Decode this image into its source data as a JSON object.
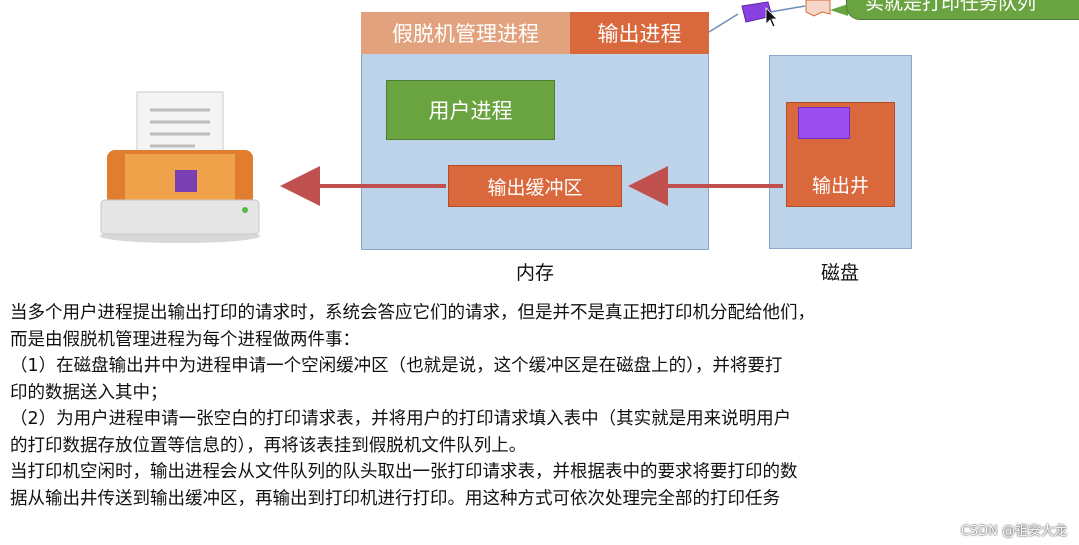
{
  "memory": {
    "spool_process_label": "假脱机管理进程",
    "output_process_label": "输出进程",
    "user_process_label": "用户进程",
    "output_buffer_label": "输出缓冲区",
    "caption": "内存"
  },
  "disk": {
    "output_well_label": "输出井",
    "caption": "磁盘"
  },
  "callout": {
    "text": "实就是打印任务队列"
  },
  "body_text": [
    "当多个用户进程提出输出打印的请求时，系统会答应它们的请求，但是并不是真正把打印机分配给他们，",
    "而是由假脱机管理进程为每个进程做两件事：",
    "（1）在磁盘输出井中为进程申请一个空闲缓冲区（也就是说，这个缓冲区是在磁盘上的），并将要打",
    "印的数据送入其中；",
    "（2）为用户进程申请一张空白的打印请求表，并将用户的打印请求填入表中（其实就是用来说明用户",
    "的打印数据存放位置等信息的），再将该表挂到假脱机文件队列上。",
    "当打印机空闲时，输出进程会从文件队列的队头取出一张打印请求表，并根据表中的要求将要打印的数",
    "据从输出井传送到输出缓冲区，再输出到打印机进行打印。用这种方式可依次处理完全部的打印任务"
  ],
  "watermark": "CSDN @祖安大龙",
  "colors": {
    "memory_bg": "#bcd3ea",
    "orange": "#d9683c",
    "light_orange": "#e2a27e",
    "green": "#6aa441",
    "purple": "#9b4ef0",
    "arrow": "#c0504d"
  },
  "icons": {
    "printer": "printer-icon",
    "document": "document-icon",
    "cursor": "mouse-cursor-icon"
  }
}
